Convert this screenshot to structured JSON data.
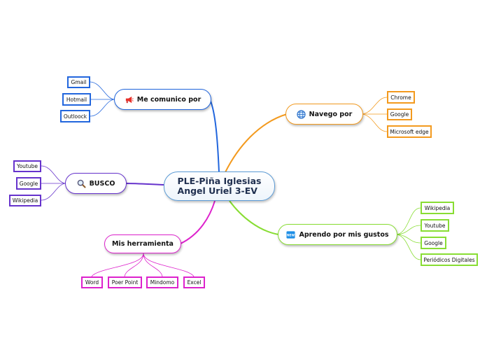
{
  "central": {
    "label": "PLE-Piña Iglesias\nAngel Uriel 3-EV"
  },
  "branches": {
    "comunico": {
      "label": "Me comunico por",
      "icon": "megaphone-icon",
      "color": "#2266dd",
      "children": [
        "Gmail",
        "Hotmail",
        "Outloock"
      ]
    },
    "busco": {
      "label": "BUSCO",
      "icon": "magnifier-icon",
      "color": "#6633cc",
      "children": [
        "Youtube",
        "Google",
        "Wikipedia"
      ]
    },
    "herramienta": {
      "label": "Mis herramienta",
      "icon": "",
      "color": "#dd22cc",
      "children": [
        "Word",
        "Poer Point",
        "Mindomo",
        "Excel"
      ]
    },
    "navego": {
      "label": "Navego por",
      "icon": "globe-icon",
      "color": "#f39a1e",
      "children": [
        "Chrome",
        "Google",
        "Microsoft edge"
      ]
    },
    "aprendo": {
      "label": "Aprendo por mis gustos",
      "icon": "new-badge-icon",
      "color": "#88dd33",
      "children": [
        "Wikipedia",
        "Youtube",
        "Google",
        "Periódicos Digitales"
      ]
    }
  }
}
